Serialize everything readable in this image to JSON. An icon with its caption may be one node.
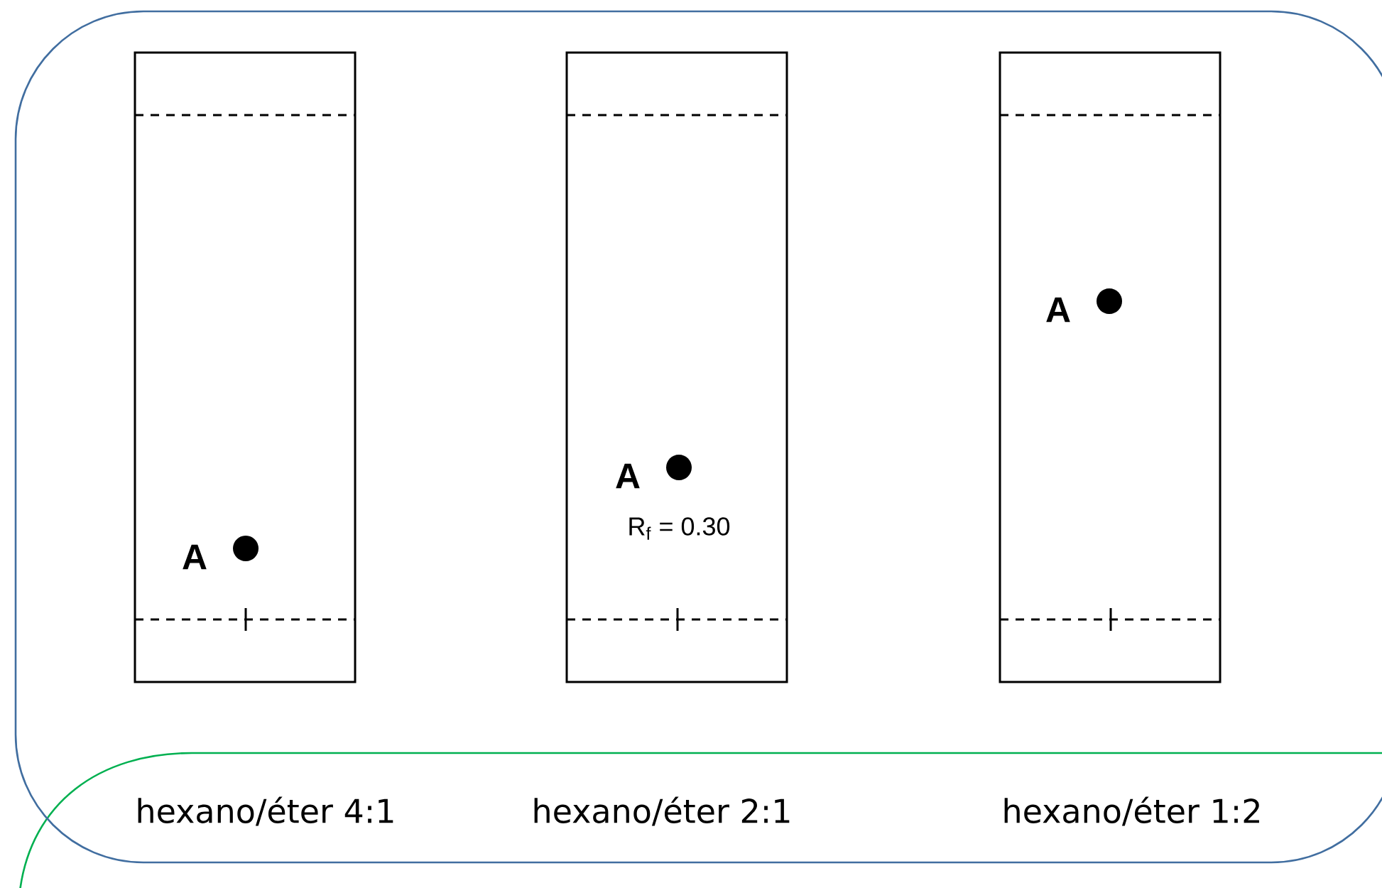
{
  "diagram": {
    "nodes": [
      {
        "text": [],
        "shape": "box"
      },
      {
        "text": [
          "A"
        ],
        "in": 0
      },
      {
        "text": [
          "A",
          "R$_{f}$ = 0.30"
        ],
        "in": 0
      },
      {
        "text": [
          "A"
        ],
        "in": 0
      }
    ],
    "labels": [
      "hexano/éter 4:1",
      "hexano/éter 2:1",
      "hexano/éter 1:2"
    ]
  }
}
